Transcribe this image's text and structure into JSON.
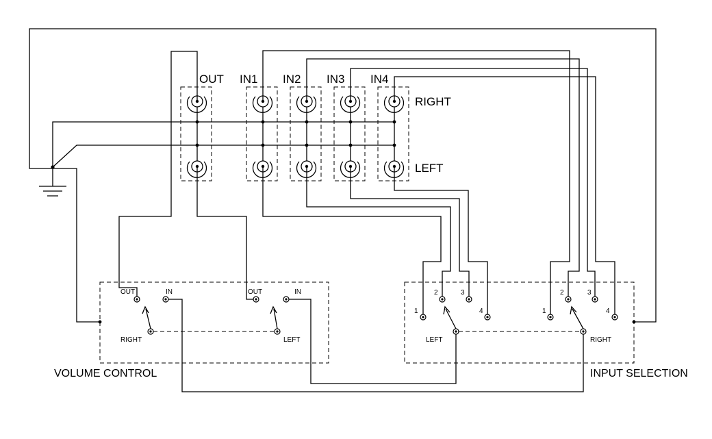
{
  "jack_labels": {
    "out": "OUT",
    "in1": "IN1",
    "in2": "IN2",
    "in3": "IN3",
    "in4": "IN4"
  },
  "channel_labels": {
    "right": "RIGHT",
    "left": "LEFT"
  },
  "volume_control": {
    "title": "VOLUME CONTROL",
    "right": {
      "out": "OUT",
      "in": "IN",
      "name": "RIGHT"
    },
    "left": {
      "out": "OUT",
      "in": "IN",
      "name": "LEFT"
    }
  },
  "input_selection": {
    "title": "INPUT SELECTION",
    "left": {
      "p1": "1",
      "p2": "2",
      "p3": "3",
      "p4": "4",
      "name": "LEFT"
    },
    "right": {
      "p1": "1",
      "p2": "2",
      "p3": "3",
      "p4": "4",
      "name": "RIGHT"
    }
  },
  "colors": {
    "ink": "#000000",
    "background": "#ffffff"
  }
}
